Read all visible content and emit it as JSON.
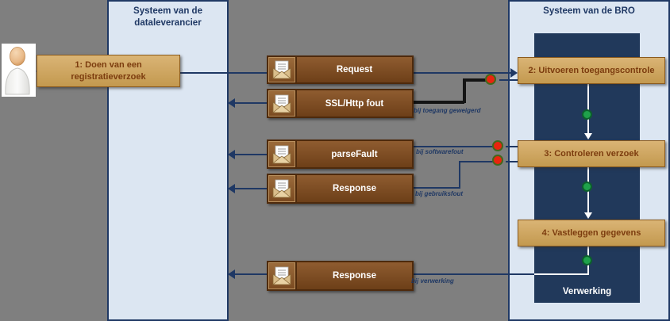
{
  "diagram": {
    "columns": {
      "left": {
        "title": "Systeem van de dataleverancier"
      },
      "right": {
        "title": "Systeem van de BRO"
      },
      "processing_label": "Verwerking"
    },
    "actor": {
      "step_label": "1: Doen van een registratieverzoek"
    },
    "steps": [
      {
        "label": "2: Uitvoeren toegangscontrole"
      },
      {
        "label": "3:  Controleren verzoek"
      },
      {
        "label": "4: Vastleggen gegevens"
      }
    ],
    "messages": [
      {
        "label": "Request",
        "condition": ""
      },
      {
        "label": "SSL/Http fout",
        "condition": "bij toegang geweigerd"
      },
      {
        "label": "parseFault",
        "condition": "bij softwarefout"
      },
      {
        "label": "Response",
        "condition": "bij gebruiksfout"
      },
      {
        "label": "Response",
        "condition": "bij verwerking"
      }
    ],
    "colors": {
      "background": "#7f7f7f",
      "lane_fill": "#dce6f2",
      "lane_border": "#1f3864",
      "inner_panel": "#21395b",
      "task_fill": "#c3994f",
      "task_text": "#7c3c0e",
      "message_fill": "#7c4a21",
      "message_border": "#4e2a0c",
      "error_dot": "#e9240e",
      "ok_dot": "#1fa14b",
      "line": "#1f3864",
      "fault_line": "#141414"
    }
  }
}
